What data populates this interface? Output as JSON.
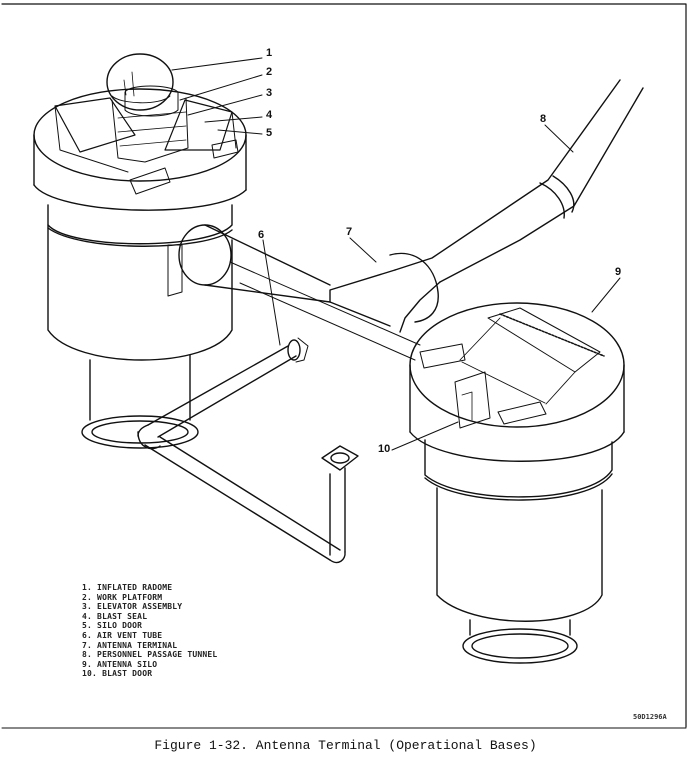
{
  "figure": {
    "caption": "Figure 1-32.  Antenna Terminal (Operational Bases)",
    "drawing_number": "50D1296A"
  },
  "callouts": [
    "1",
    "2",
    "3",
    "4",
    "5",
    "6",
    "7",
    "8",
    "9",
    "10"
  ],
  "legend": [
    "1. INFLATED RADOME",
    "2. WORK PLATFORM",
    "3. ELEVATOR ASSEMBLY",
    "4. BLAST SEAL",
    "5. SILO DOOR",
    "6. AIR VENT TUBE",
    "7. ANTENNA TERMINAL",
    "8. PERSONNEL PASSAGE TUNNEL",
    "9. ANTENNA SILO",
    "10. BLAST DOOR"
  ]
}
